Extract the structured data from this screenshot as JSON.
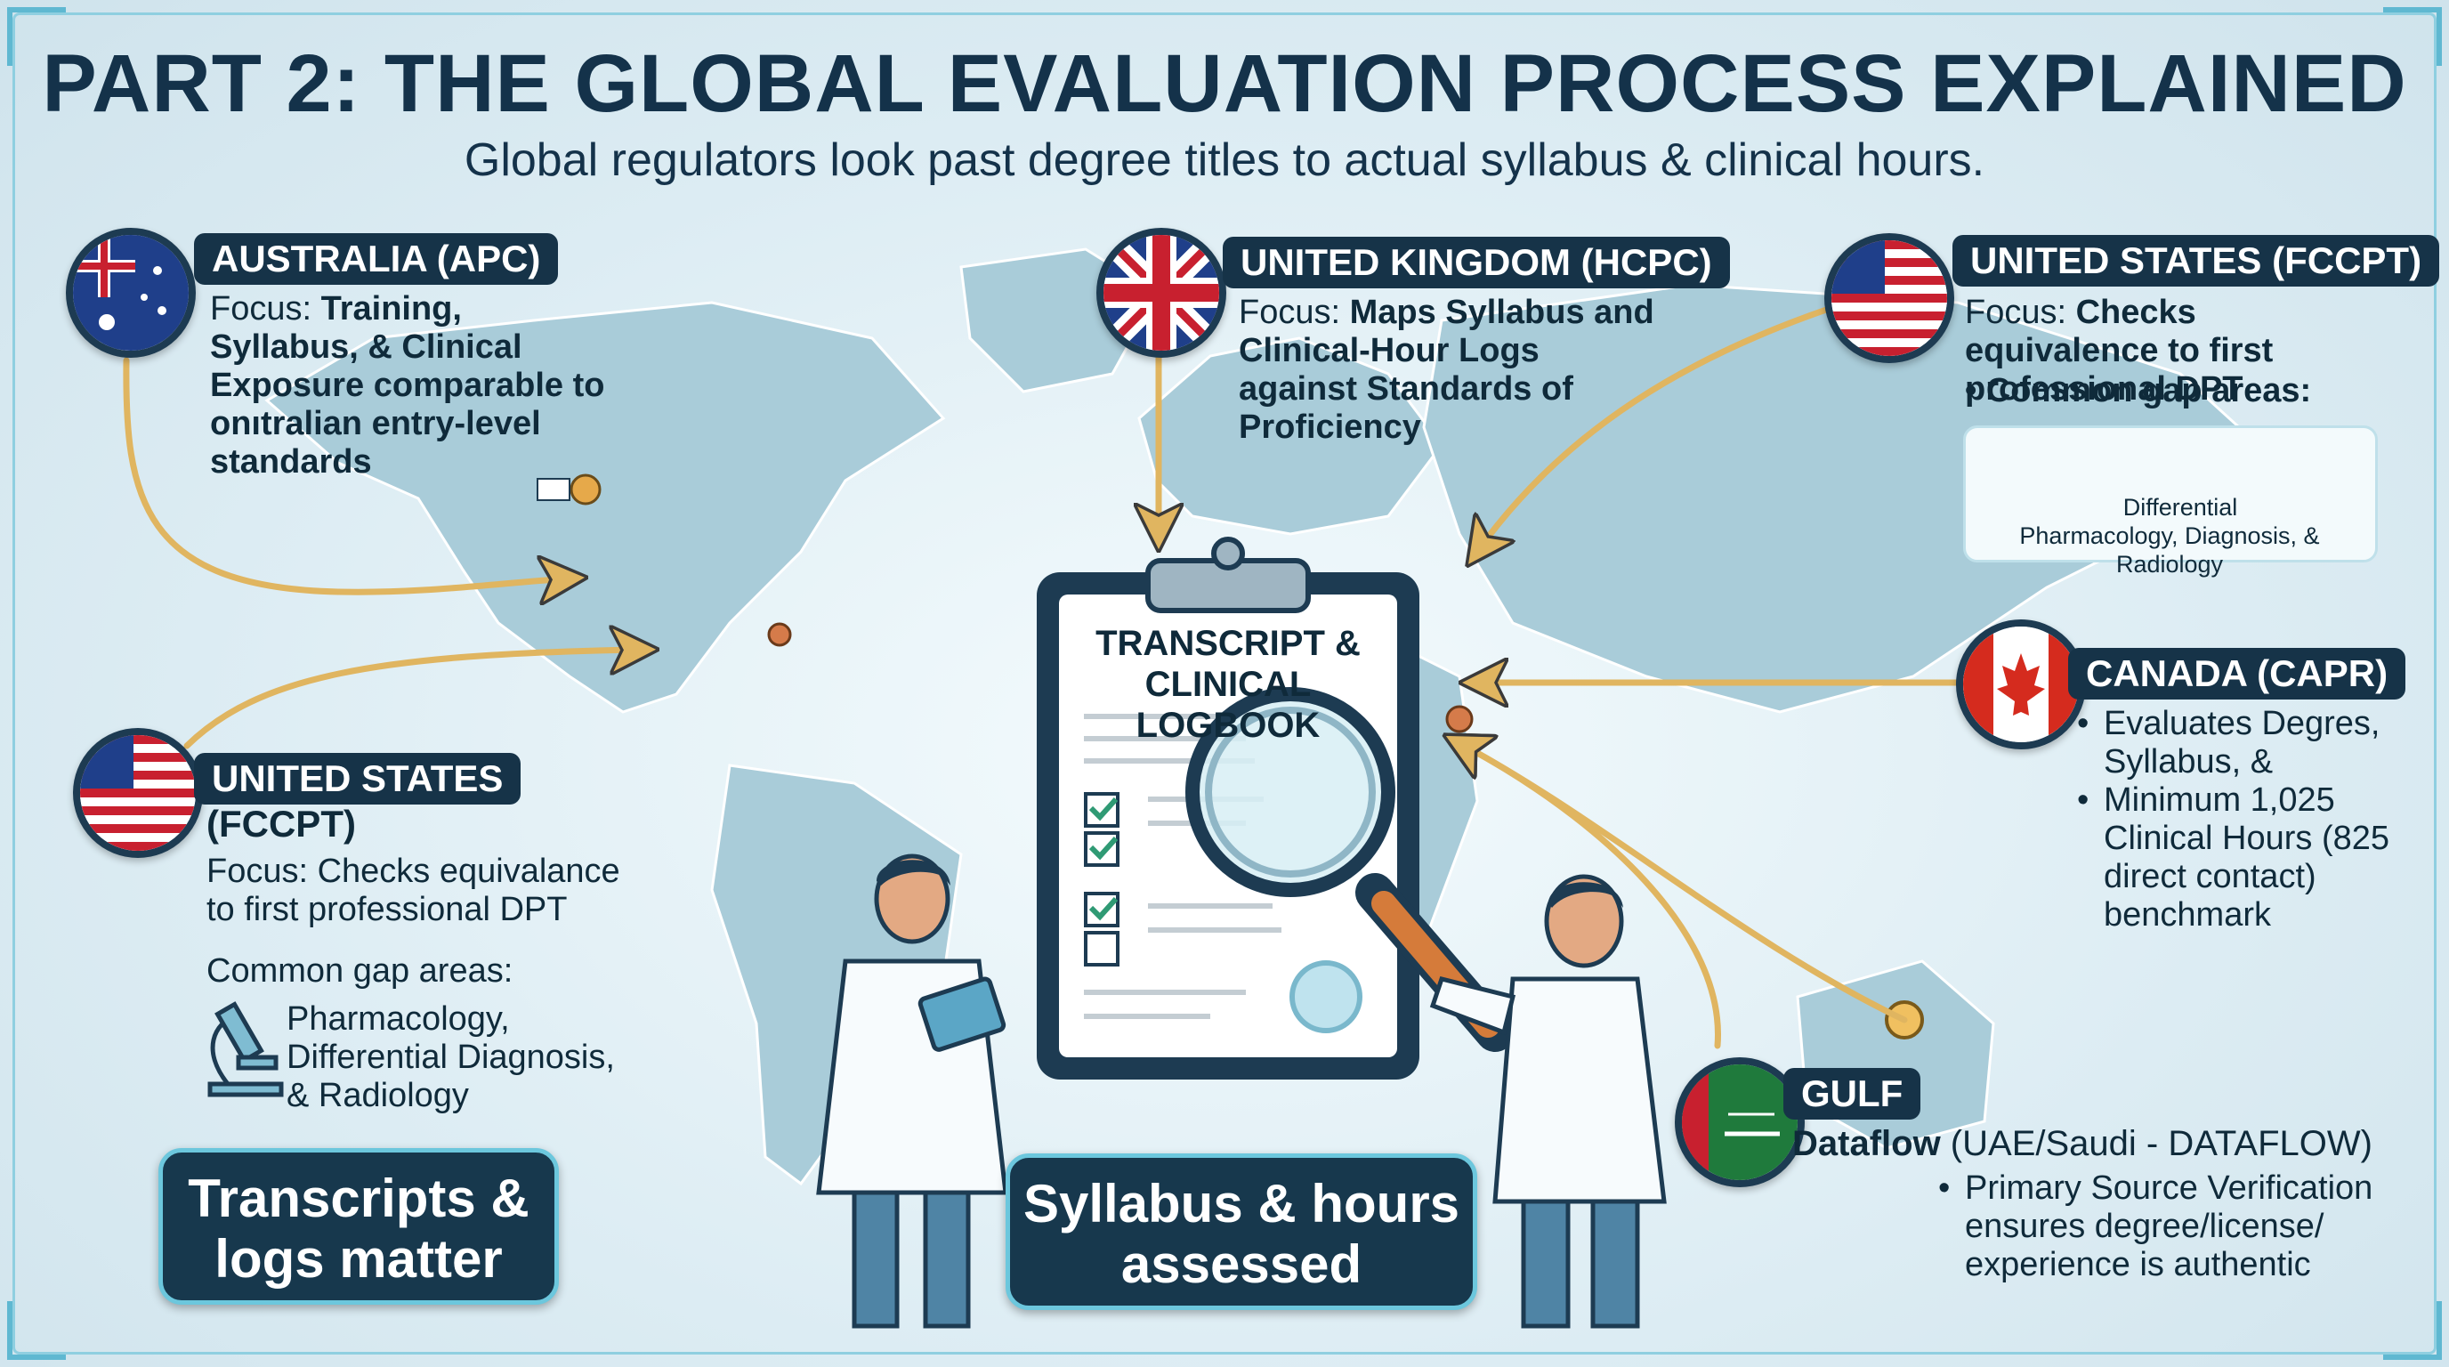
{
  "title": "PART 2: THE GLOBAL EVALUATION PROCESS EXPLAINED",
  "subtitle": "Global regulators look past degree titles to actual syllabus & clinical hours.",
  "australia": {
    "tag": "AUSTRALIA (APC)",
    "focus_prefix": "Focus: ",
    "focus_bold": "Training, Syllabus, & Clinical Exposure comparable to onıtralian entry-level standards"
  },
  "uk": {
    "tag": "UNITED KINGDOM (HCPC)",
    "focus_prefix": "Focus: ",
    "focus_bold": "Maps Syllabus and Clinical-Hour Logs against Standards of Proficiency"
  },
  "us_right": {
    "tag": "UNITED STATES (FCCPT)",
    "focus_prefix": "Focus: ",
    "focus_bold": "Checks equivalence to first professional DPT",
    "gap_heading": "• Common gap areas:",
    "gap_label_1": "Differential",
    "gap_label_2": "Pharmacology, Diagnosis, & Radiology"
  },
  "us_left": {
    "tag": "UNITED STATES",
    "tag2": "(FCCPT)",
    "focus": "Focus: Checks equivalance to first professional DPT",
    "gap_heading": "Common gap areas:",
    "gap_items": "Pharmacology, Differential Diagnosis, & Radiology"
  },
  "canada": {
    "tag": "CANADA (CAPR)",
    "bullet_1": "Evaluates Degres, Syllabus, &",
    "bullet_2": "Minimum 1,025 Clinical Hours (825 direct contact) benchmark"
  },
  "gulf": {
    "tag": "GULF",
    "heading_bold": "Dataflow",
    "heading_rest": " (UAE/Saudi - DATAFLOW)",
    "bullet": "Primary Source Verification ensures degree/license/ experience is authentic"
  },
  "clipboard": {
    "line_1": "TRANSCRIPT &",
    "line_2": "CLINICAL LOGBOOK"
  },
  "bubbles": {
    "left_1": "Transcripts &",
    "left_2": "logs matter",
    "center_1": "Syllabus & hours",
    "center_2": "assessed"
  },
  "colors": {
    "navy": "#163348",
    "arrow": "#e0b560",
    "map": "#a9ccd9",
    "accent": "#6cc7dd"
  }
}
